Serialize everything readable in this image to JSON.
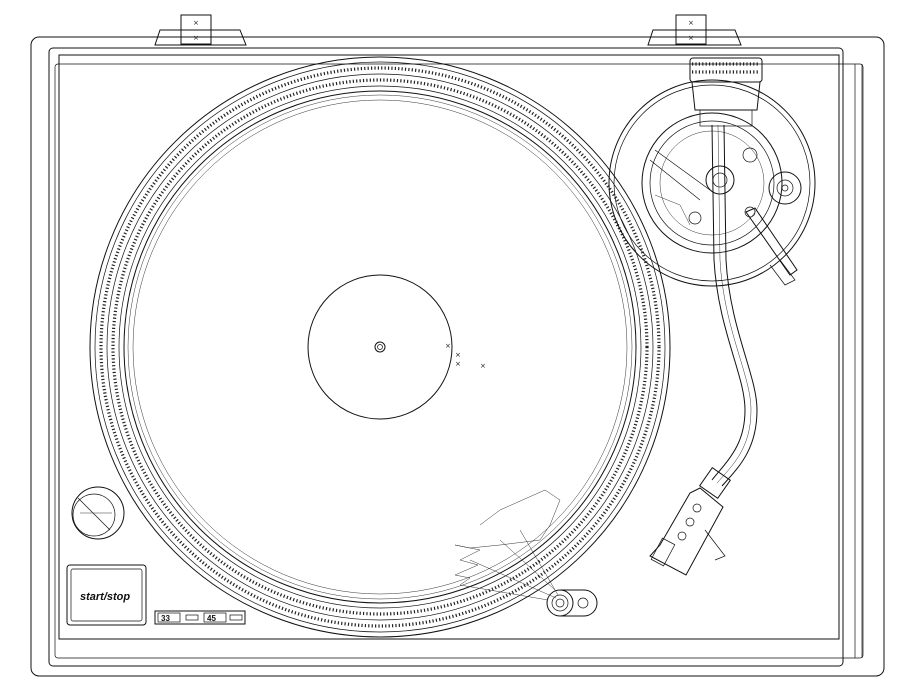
{
  "turntable": {
    "start_stop_label": "start/stop",
    "speed_33_label": "33",
    "speed_45_label": "45"
  },
  "colors": {
    "line": "#111111",
    "background": "#ffffff"
  },
  "icons": [
    "hinge-icon",
    "strobe-light-icon",
    "pitch-control-icon"
  ]
}
